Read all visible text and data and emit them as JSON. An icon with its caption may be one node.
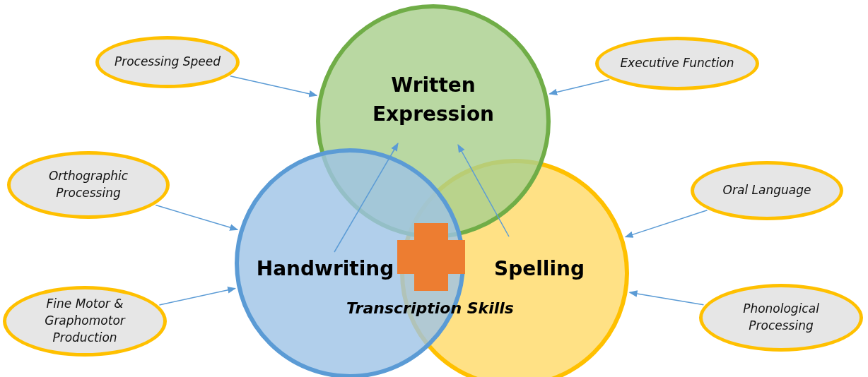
{
  "diagram": {
    "nodes": [
      {
        "text": [
          "Processing Speed"
        ]
      },
      {
        "text": [
          "Written Expression"
        ]
      },
      {
        "text": [
          "Executive Function"
        ]
      },
      {
        "text": [
          "Orthographic Processing"
        ]
      },
      {
        "text": [
          "Oral Language"
        ]
      },
      {
        "text": [
          "Handwriting"
        ]
      },
      {
        "text": [
          "Spelling"
        ]
      },
      {
        "text": [
          "Fine Motor & Graphomotor Production"
        ]
      },
      {
        "text": [
          "Phonological Processing"
        ]
      }
    ],
    "edges": [
      {
        "from": 0,
        "to": 1,
        "arrow": "to"
      },
      {
        "from": 2,
        "to": 1,
        "arrow": "to"
      },
      {
        "from": 3,
        "to": 5,
        "arrow": "to"
      },
      {
        "from": 4,
        "to": 6,
        "arrow": "to"
      },
      {
        "from": 7,
        "to": 5,
        "arrow": "to"
      },
      {
        "from": 8,
        "to": 6,
        "arrow": "to"
      },
      {
        "from": 5,
        "to": 1,
        "arrow": "to"
      },
      {
        "from": 6,
        "to": 1,
        "arrow": "to"
      }
    ],
    "labels": [
      "Transcription Skills"
    ]
  }
}
